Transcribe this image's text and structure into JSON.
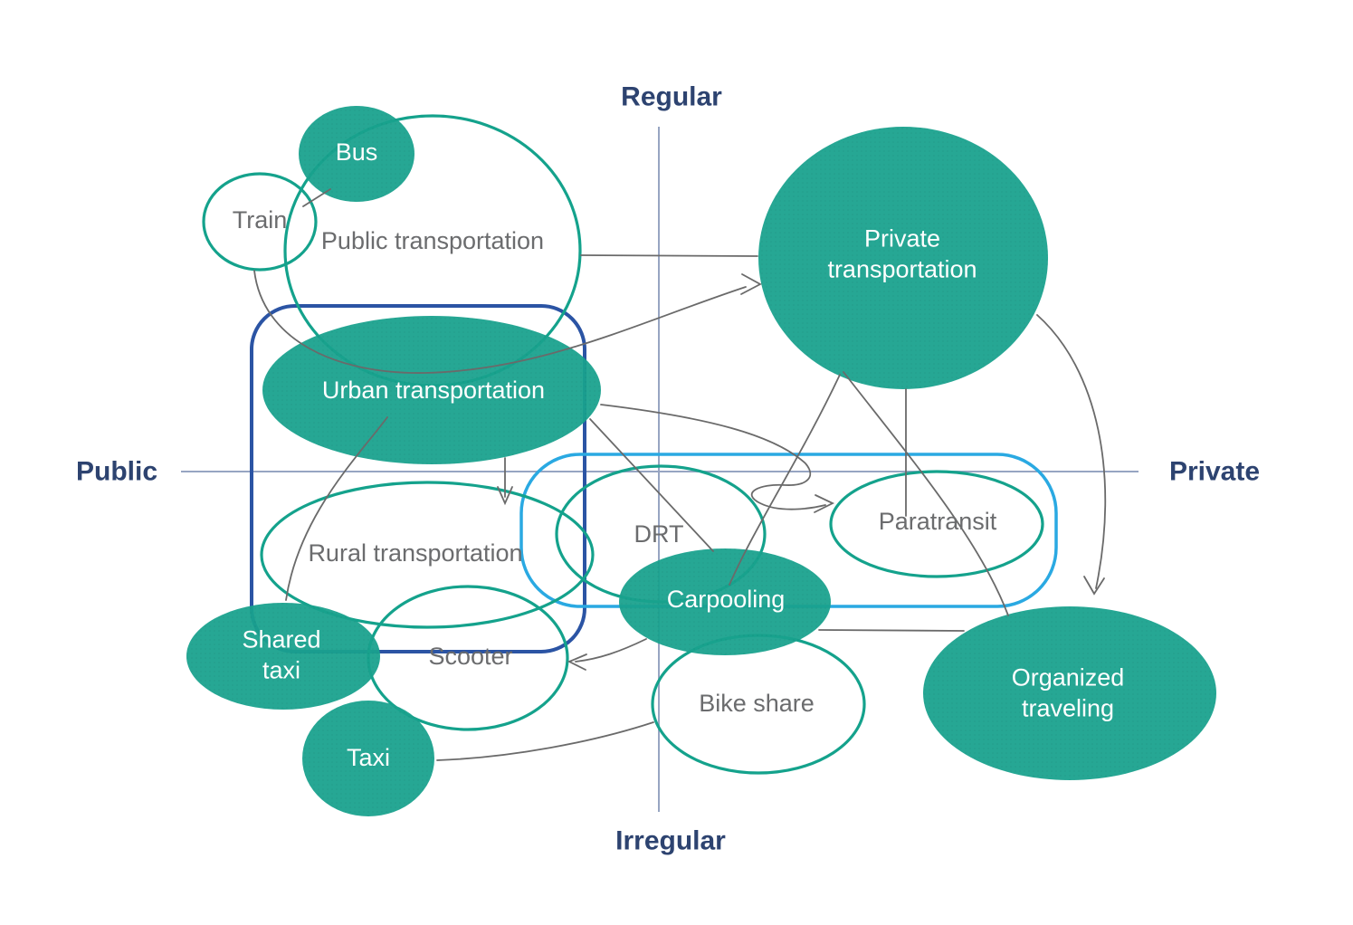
{
  "axes": {
    "top": "Regular",
    "bottom": "Irregular",
    "left": "Public",
    "right": "Private"
  },
  "nodes": {
    "bus": {
      "label": "Bus",
      "style": "filled"
    },
    "train": {
      "label": "Train",
      "style": "outlined"
    },
    "public_transportation": {
      "label": "Public transportation",
      "style": "outlined"
    },
    "urban_transportation": {
      "label": "Urban transportation",
      "style": "filled"
    },
    "private_transportation": {
      "label": "Private transportation",
      "style": "filled"
    },
    "rural_transportation": {
      "label": "Rural transportation",
      "style": "outlined"
    },
    "drt": {
      "label": "DRT",
      "style": "outlined"
    },
    "paratransit": {
      "label": "Paratransit",
      "style": "outlined"
    },
    "carpooling": {
      "label": "Carpooling",
      "style": "filled"
    },
    "shared_taxi": {
      "label": "Shared taxi",
      "style": "filled"
    },
    "scooter": {
      "label": "Scooter",
      "style": "outlined"
    },
    "taxi": {
      "label": "Taxi",
      "style": "filled"
    },
    "bike_share": {
      "label": "Bike share",
      "style": "outlined"
    },
    "organized_traveling": {
      "label": "Organized traveling",
      "style": "filled"
    }
  },
  "colors": {
    "teal_fill": "#19a28e",
    "teal_outline": "#14a28c",
    "dark_blue_group": "#2b54a4",
    "light_blue_group": "#2aa9e2",
    "navy_axis_text": "#2d4370",
    "gray_node_text": "#6b6c6e",
    "connector_gray": "#6a6a6a",
    "axis_line": "#97a5c2"
  }
}
